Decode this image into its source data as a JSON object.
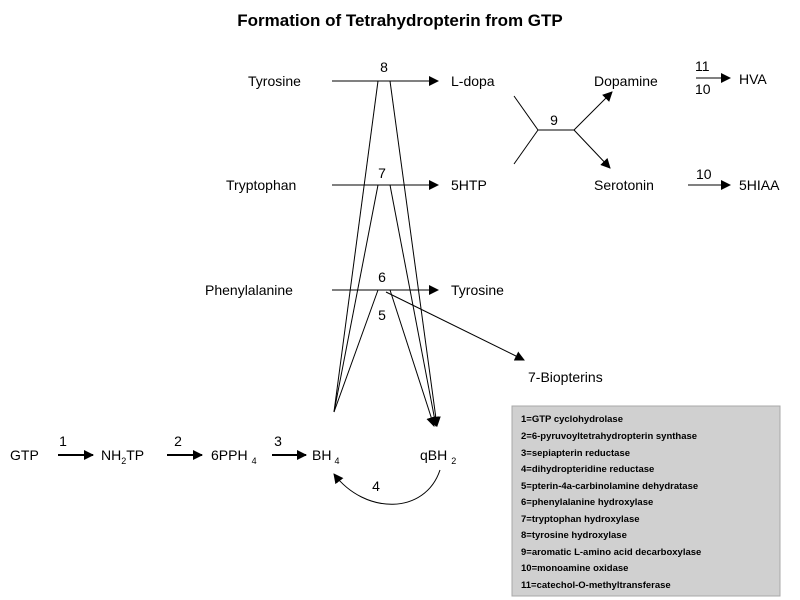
{
  "title": "Formation of Tetrahydropterin from GTP",
  "nodes": {
    "tyrosine_top": "Tyrosine",
    "ldopa": "L-dopa",
    "dopamine": "Dopamine",
    "hva": "HVA",
    "tryptophan": "Tryptophan",
    "fivehtp": "5HTP",
    "serotonin": "Serotonin",
    "fivehiaa": "5HIAA",
    "phenylalanine": "Phenylalanine",
    "tyrosine_mid": "Tyrosine",
    "biopterins": "7-Biopterins",
    "gtp": "GTP",
    "nh2tp_a": "NH",
    "nh2tp_sub": "2",
    "nh2tp_b": "TP",
    "sixpph_a": "6PPH",
    "sixpph_sub": "4",
    "bh4_a": "BH",
    "bh4_sub": "4",
    "qbh2_a": "qBH",
    "qbh2_sub": "2"
  },
  "steps": {
    "s1": "1",
    "s2": "2",
    "s3": "3",
    "s4": "4",
    "s5": "5",
    "s6": "6",
    "s7": "7",
    "s8": "8",
    "s9": "9",
    "s10": "10",
    "s11_top": "11",
    "s11_bottom": "10"
  },
  "legend": [
    "1=GTP cyclohydrolase",
    "2=6-pyruvoyltetrahydropterin synthase",
    "3=sepiapterin reductase",
    "4=dihydropteridine reductase",
    "5=pterin-4a-carbinolamine dehydratase",
    "6=phenylalanine hydroxylase",
    "7=tryptophan hydroxylase",
    "8=tyrosine hydroxylase",
    "9=aromatic L-amino acid decarboxylase",
    "10=monoamine oxidase",
    "11=catechol-O-methyltransferase"
  ],
  "colors": {
    "legend_bg": "#d0d0d0",
    "ink": "#000000"
  }
}
